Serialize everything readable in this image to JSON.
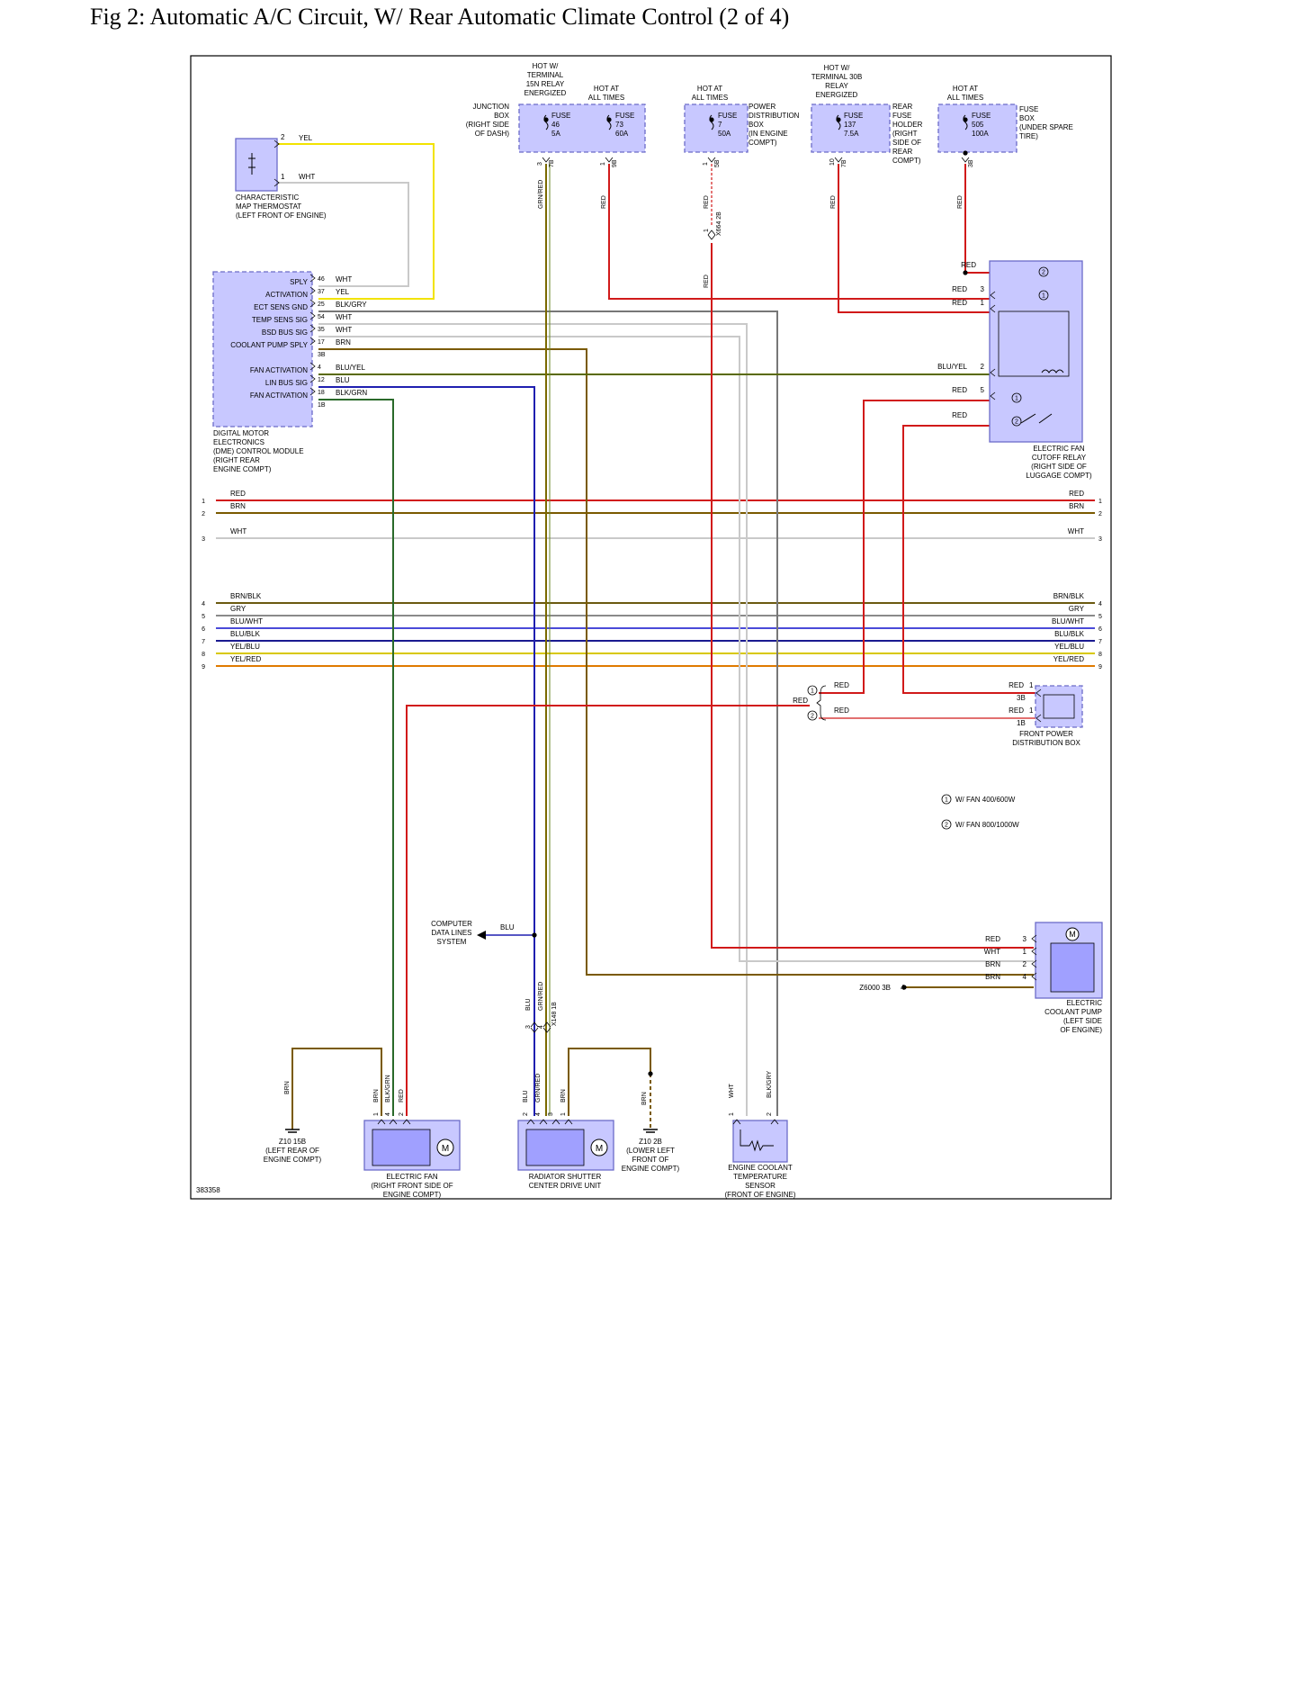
{
  "page": {
    "title": "Fig 2: Automatic A/C Circuit, W/ Rear Automatic Climate Control (2 of 4)"
  },
  "colors": {
    "component_fill": "#c8c8ff",
    "component_border": "#6b6bc8",
    "RED": "#d11a1a",
    "YEL": "#f2e300",
    "WHT": "#c9c9c9",
    "BRN": "#7a5a00",
    "BLU": "#1f1fb0",
    "GRN": "#3a7a1a",
    "GRY": "#8a8a8a",
    "ORG": "#e07a00",
    "BLK": "#555555"
  },
  "diagram_id": "383358",
  "fuses": {
    "junction_box": {
      "title": [
        "JUNCTION",
        "BOX",
        "(RIGHT SIDE",
        "OF DASH)"
      ],
      "fuse46": {
        "hot": [
          "HOT W/",
          "TERMINAL",
          "15N RELAY",
          "ENERGIZED"
        ],
        "label": [
          "FUSE",
          "46",
          "5A"
        ],
        "pin": "3",
        "conn": "7B",
        "wire": "GRN/RED"
      },
      "fuse73": {
        "hot": [
          "HOT AT",
          "ALL TIMES"
        ],
        "label": [
          "FUSE",
          "73",
          "60A"
        ],
        "pin": "1",
        "conn": "9B",
        "wire": "RED"
      }
    },
    "power_dist": {
      "title": [
        "POWER",
        "DISTRIBUTION",
        "BOX",
        "(IN ENGINE",
        "COMPT)"
      ],
      "hot": [
        "HOT AT",
        "ALL TIMES"
      ],
      "label": [
        "FUSE",
        "7",
        "50A"
      ],
      "pin": "1",
      "conn": "5B",
      "wire": "RED",
      "inline_conn": "X664 2B",
      "inline_pin": "1"
    },
    "rear_fuse_holder": {
      "title": [
        "REAR",
        "FUSE",
        "HOLDER",
        "(RIGHT",
        "SIDE OF",
        "REAR",
        "COMPT)"
      ],
      "hot": [
        "HOT W/",
        "TERMINAL 30B",
        "RELAY",
        "ENERGIZED"
      ],
      "label": [
        "FUSE",
        "137",
        "7.5A"
      ],
      "pin": "10",
      "conn": "7B",
      "wire": "RED"
    },
    "fuse_box_spare": {
      "title": [
        "FUSE",
        "BOX",
        "(UNDER SPARE",
        "TIRE)"
      ],
      "hot": [
        "HOT AT",
        "ALL TIMES"
      ],
      "label": [
        "FUSE",
        "505",
        "100A"
      ],
      "conn": "3B",
      "wire": "RED"
    }
  },
  "thermostat": {
    "title": [
      "CHARACTERISTIC",
      "MAP THERMOSTAT",
      "(LEFT FRONT OF ENGINE)"
    ],
    "pins": [
      {
        "pin": "2",
        "wire": "YEL"
      },
      {
        "pin": "1",
        "wire": "WHT"
      }
    ]
  },
  "dme": {
    "title": [
      "DIGITAL MOTOR",
      "ELECTRONICS",
      "(DME) CONTROL MODULE",
      "(RIGHT REAR",
      "ENGINE COMPT)"
    ],
    "pins": [
      {
        "label": "SPLY",
        "pin": "46",
        "wire": "WHT"
      },
      {
        "label": "ACTIVATION",
        "pin": "37",
        "wire": "YEL"
      },
      {
        "label": "ECT SENS GND",
        "pin": "25",
        "wire": "BLK/GRY"
      },
      {
        "label": "TEMP SENS SIG",
        "pin": "54",
        "wire": "WHT"
      },
      {
        "label": "BSD BUS SIG",
        "pin": "35",
        "wire": "WHT"
      },
      {
        "label": "COOLANT PUMP SPLY",
        "pin": "17",
        "wire": "BRN"
      },
      {
        "label": "",
        "pin": "3B",
        "wire": ""
      },
      {
        "label": "FAN ACTIVATION",
        "pin": "4",
        "wire": "BLU/YEL"
      },
      {
        "label": "LIN BUS SIG",
        "pin": "12",
        "wire": "BLU"
      },
      {
        "label": "FAN ACTIVATION",
        "pin": "18",
        "wire": "BLK/GRN"
      },
      {
        "label": "",
        "pin": "1B",
        "wire": ""
      }
    ]
  },
  "relay": {
    "title": [
      "ELECTRIC FAN",
      "CUTOFF RELAY",
      "(RIGHT SIDE OF",
      "LUGGAGE COMPT)"
    ],
    "pins": [
      {
        "wire": "RED",
        "pin": ""
      },
      {
        "wire": "RED",
        "pin": "3"
      },
      {
        "wire": "RED",
        "pin": "1"
      },
      {
        "wire": "BLU/YEL",
        "pin": "2"
      },
      {
        "wire": "RED",
        "pin": "5"
      },
      {
        "wire": "RED",
        "pin": ""
      }
    ],
    "notes": [
      "1",
      "2"
    ]
  },
  "bus": [
    {
      "n": "1",
      "wire": "RED"
    },
    {
      "n": "2",
      "wire": "BRN"
    },
    {
      "n": "3",
      "wire": "WHT"
    },
    {
      "n": "4",
      "wire": "BRN/BLK"
    },
    {
      "n": "5",
      "wire": "GRY"
    },
    {
      "n": "6",
      "wire": "BLU/WHT"
    },
    {
      "n": "7",
      "wire": "BLU/BLK"
    },
    {
      "n": "8",
      "wire": "YEL/BLU"
    },
    {
      "n": "9",
      "wire": "YEL/RED"
    }
  ],
  "front_pdb": {
    "title": [
      "FRONT POWER",
      "DISTRIBUTION BOX"
    ],
    "pins": [
      {
        "wire": "RED",
        "pin": "1",
        "conn": "3B"
      },
      {
        "wire": "RED",
        "pin": "1",
        "conn": "1B"
      }
    ],
    "left_wires": [
      "RED",
      "RED",
      "RED"
    ],
    "note_ids": [
      "1",
      "2"
    ]
  },
  "legend": [
    {
      "id": "1",
      "text": "W/ FAN 400/600W"
    },
    {
      "id": "2",
      "text": "W/ FAN 800/1000W"
    }
  ],
  "cds": {
    "title": [
      "COMPUTER",
      "DATA LINES",
      "SYSTEM"
    ],
    "wire": "BLU"
  },
  "coolant_pump": {
    "title": [
      "ELECTRIC",
      "COOLANT PUMP",
      "(LEFT SIDE",
      "OF ENGINE)"
    ],
    "pins": [
      {
        "wire": "RED",
        "pin": "3"
      },
      {
        "wire": "WHT",
        "pin": "1"
      },
      {
        "wire": "BRN",
        "pin": "2"
      },
      {
        "wire": "BRN",
        "pin": "4"
      }
    ],
    "ground": "Z6000 3B"
  },
  "inline_x148": {
    "conn": "X148 1B",
    "pins": [
      {
        "pin": "3",
        "wire": "BLU"
      },
      {
        "pin": "4",
        "wire": "GRN/RED"
      }
    ]
  },
  "ground_left": {
    "wire": "BRN",
    "title": [
      "Z10 15B",
      "(LEFT REAR OF",
      "ENGINE COMPT)"
    ]
  },
  "ground_right": {
    "wire": "BRN",
    "title": [
      "Z10 2B",
      "(LOWER LEFT",
      "FRONT OF",
      "ENGINE COMPT)"
    ]
  },
  "electric_fan": {
    "title": [
      "ELECTRIC FAN",
      "(RIGHT FRONT SIDE OF",
      "ENGINE COMPT)"
    ],
    "pins": [
      {
        "pin": "1",
        "wire": "BRN"
      },
      {
        "pin": "4",
        "wire": "BLK/GRN"
      },
      {
        "pin": "2",
        "wire": "RED"
      }
    ]
  },
  "shutter": {
    "title": [
      "RADIATOR SHUTTER",
      "CENTER DRIVE UNIT"
    ],
    "pins": [
      {
        "pin": "2",
        "wire": "BLU"
      },
      {
        "pin": "4",
        "wire": "GRN/RED"
      },
      {
        "pin": "3",
        "wire": ""
      },
      {
        "pin": "1",
        "wire": "BRN"
      }
    ]
  },
  "ect_sensor": {
    "title": [
      "ENGINE COOLANT",
      "TEMPERATURE",
      "SENSOR",
      "(FRONT OF ENGINE)"
    ],
    "pins": [
      {
        "pin": "1",
        "wire": "WHT"
      },
      {
        "pin": "2",
        "wire": "BLK/GRY"
      }
    ]
  }
}
